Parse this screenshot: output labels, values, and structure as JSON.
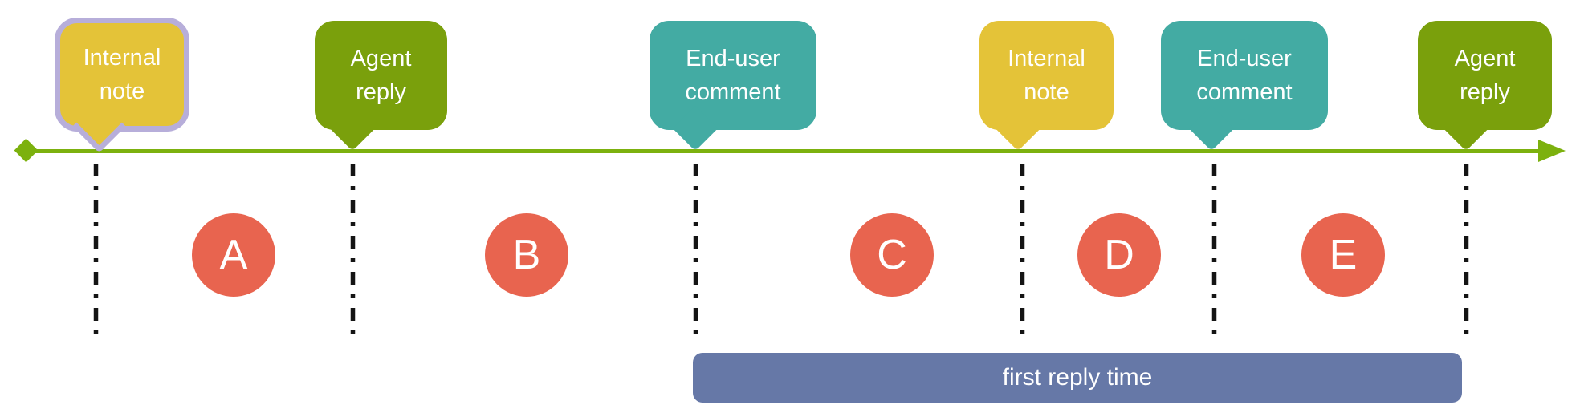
{
  "timeline": {
    "events": [
      {
        "label": "Internal note",
        "type": "internal-note",
        "color": "#E4C338",
        "highlighted": true,
        "highlight_border_color": "#B7AEDA"
      },
      {
        "label": "Agent reply",
        "type": "agent-reply",
        "color": "#7AA00C"
      },
      {
        "label": "End-user comment",
        "type": "end-user-comment",
        "color": "#43ABA3"
      },
      {
        "label": "Internal note",
        "type": "internal-note",
        "color": "#E4C338"
      },
      {
        "label": "End-user comment",
        "type": "end-user-comment",
        "color": "#43ABA3"
      },
      {
        "label": "Agent reply",
        "type": "agent-reply",
        "color": "#7AA00C"
      }
    ],
    "intervals": [
      {
        "label": "A"
      },
      {
        "label": "B"
      },
      {
        "label": "C"
      },
      {
        "label": "D"
      },
      {
        "label": "E"
      }
    ],
    "interval_color": "#E8644F",
    "axis_color": "#7CB10E",
    "marker_color": "#141414",
    "duration_bar": {
      "label": "first reply time",
      "color": "#6678A7"
    }
  }
}
